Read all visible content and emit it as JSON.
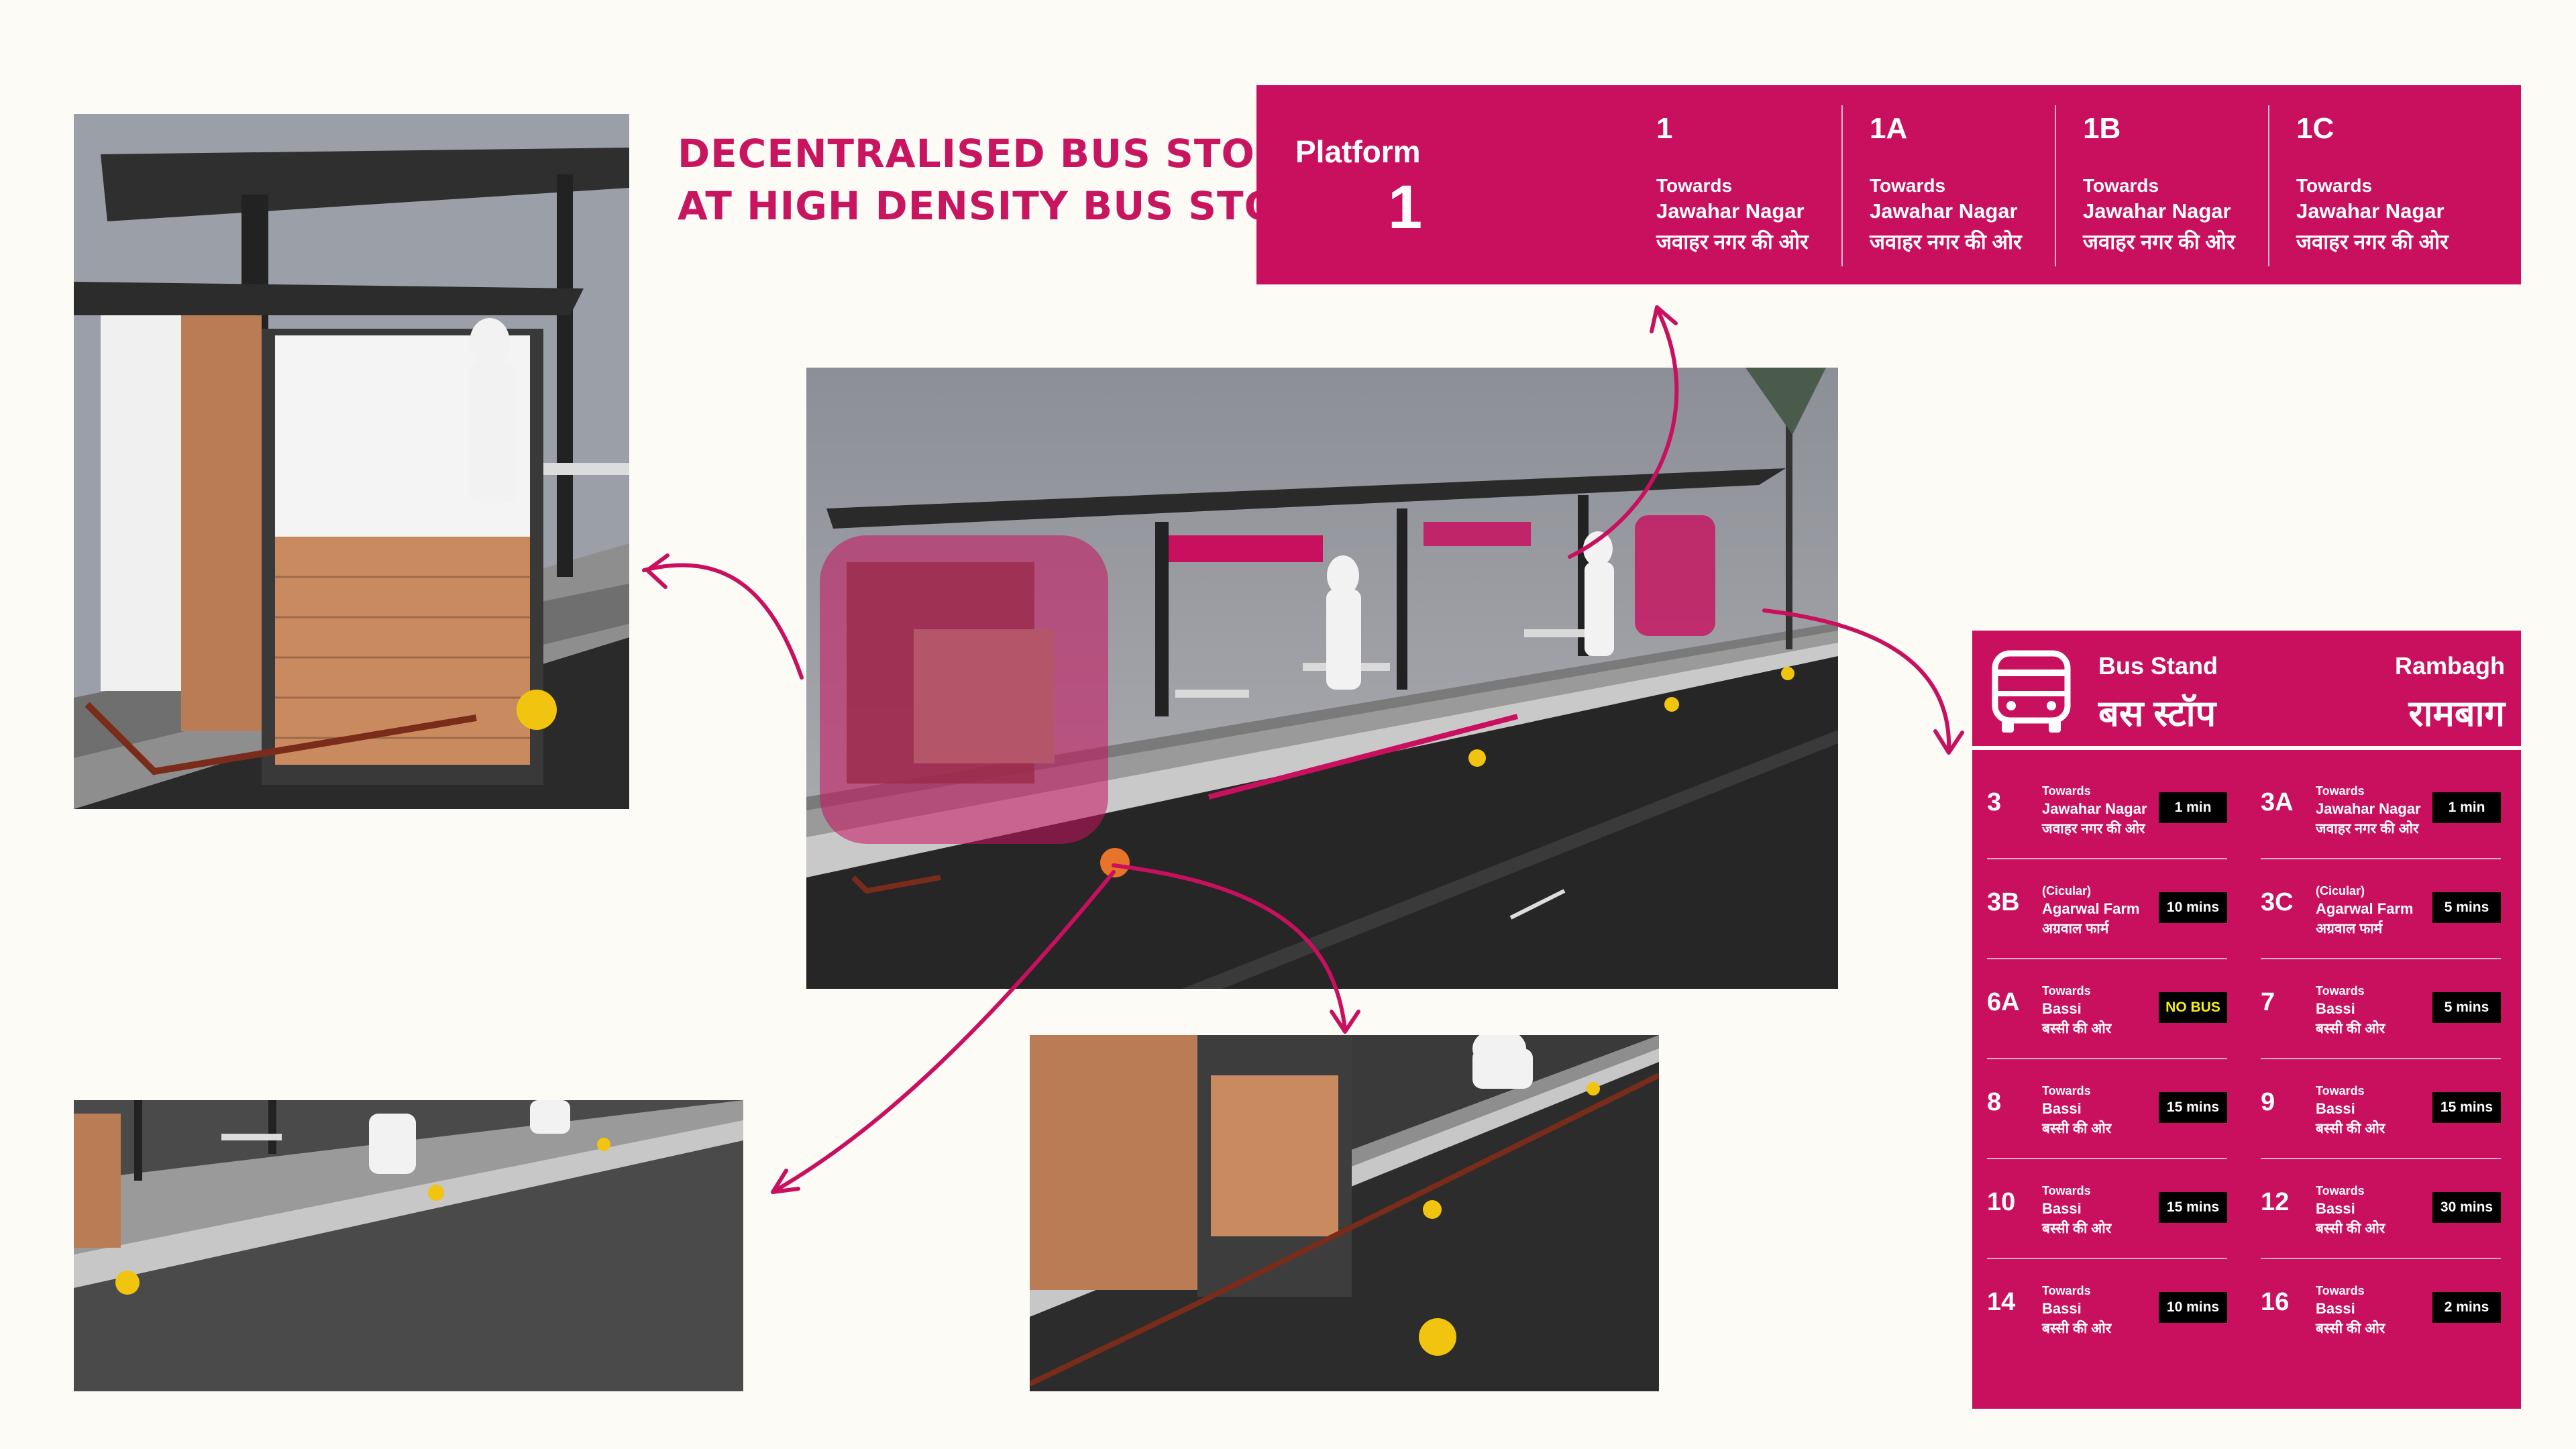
{
  "title": {
    "line1": "DECENTRALISED BUS STOP",
    "line2": "AT HIGH DENSITY BUS STOP"
  },
  "platform_board": {
    "label": "Platform",
    "number": "1",
    "routes": [
      {
        "code": "1",
        "towards": "Towards",
        "destination": "Jawahar Nagar",
        "destination_hi": "जवाहर नगर की ओर"
      },
      {
        "code": "1A",
        "towards": "Towards",
        "destination": "Jawahar Nagar",
        "destination_hi": "जवाहर नगर की ओर"
      },
      {
        "code": "1B",
        "towards": "Towards",
        "destination": "Jawahar Nagar",
        "destination_hi": "जवाहर नगर की ओर"
      },
      {
        "code": "1C",
        "towards": "Towards",
        "destination": "Jawahar Nagar",
        "destination_hi": "जवाहर नगर की ओर"
      }
    ]
  },
  "stand_board": {
    "icon": "bus-icon",
    "name_en": "Bus Stand",
    "name_hi": "बस स्टॉप",
    "place_en": "Rambagh",
    "place_hi": "रामबाग",
    "routes": [
      {
        "code": "3",
        "line1": "Towards",
        "line2": "Jawahar Nagar",
        "line3": "जवाहर नगर की ओर",
        "eta": "1 min"
      },
      {
        "code": "3A",
        "line1": "Towards",
        "line2": "Jawahar Nagar",
        "line3": "जवाहर नगर की ओर",
        "eta": "1 min"
      },
      {
        "code": "3B",
        "line1": "(Cicular)",
        "line2": "Agarwal Farm",
        "line3": "अग्रवाल फार्म",
        "eta": "10 mins"
      },
      {
        "code": "3C",
        "line1": "(Cicular)",
        "line2": "Agarwal Farm",
        "line3": "अग्रवाल फार्म",
        "eta": "5 mins"
      },
      {
        "code": "6A",
        "line1": "Towards",
        "line2": "Bassi",
        "line3": "बस्सी की ओर",
        "eta": "NO BUS",
        "warn": true
      },
      {
        "code": "7",
        "line1": "Towards",
        "line2": "Bassi",
        "line3": "बस्सी की ओर",
        "eta": "5 mins"
      },
      {
        "code": "8",
        "line1": "Towards",
        "line2": "Bassi",
        "line3": "बस्सी की ओर",
        "eta": "15 mins"
      },
      {
        "code": "9",
        "line1": "Towards",
        "line2": "Bassi",
        "line3": "बस्सी की ओर",
        "eta": "15 mins"
      },
      {
        "code": "10",
        "line1": "Towards",
        "line2": "Bassi",
        "line3": "बस्सी की ओर",
        "eta": "15 mins"
      },
      {
        "code": "12",
        "line1": "Towards",
        "line2": "Bassi",
        "line3": "बस्सी की ओर",
        "eta": "30 mins"
      },
      {
        "code": "14",
        "line1": "Towards",
        "line2": "Bassi",
        "line3": "बस्सी की ओर",
        "eta": "10 mins"
      },
      {
        "code": "16",
        "line1": "Towards",
        "line2": "Bassi",
        "line3": "बस्सी की ओर",
        "eta": "2 mins"
      }
    ]
  },
  "colors": {
    "accent": "#c8105f",
    "background": "#fdfbf6",
    "eta_box": "#000000",
    "warning_text": "#f4ee1d",
    "tactile_marker": "#f1c40f"
  }
}
